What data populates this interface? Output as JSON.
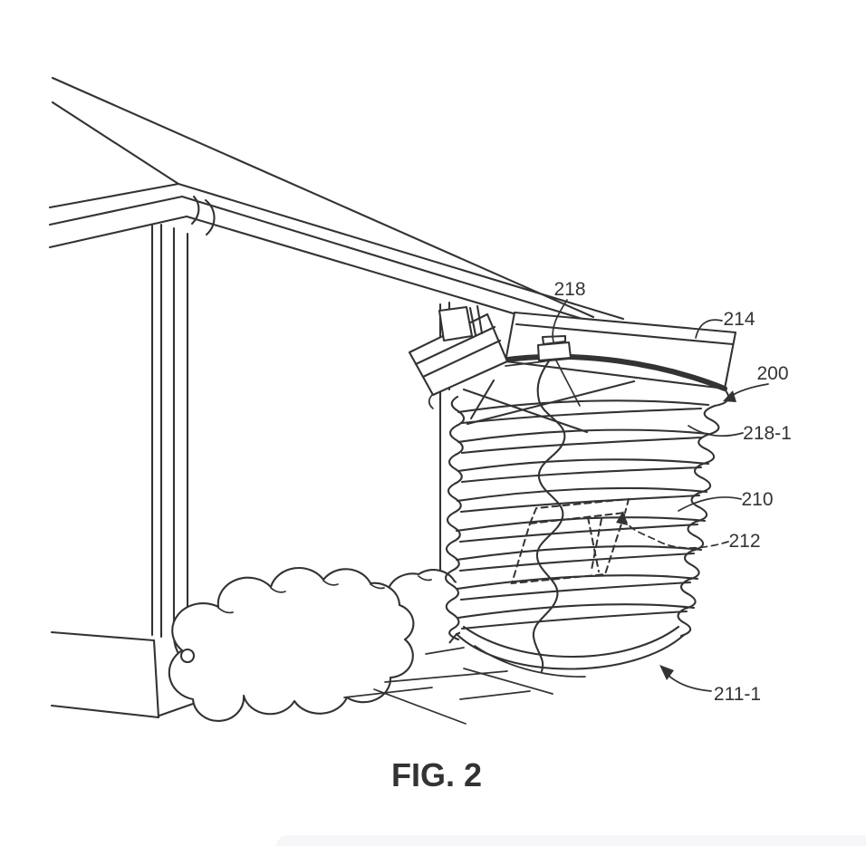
{
  "figure": {
    "caption": "FIG. 2",
    "labels": [
      {
        "text": "218"
      },
      {
        "text": "214"
      },
      {
        "text": "200"
      },
      {
        "text": "218-1"
      },
      {
        "text": "210"
      },
      {
        "text": "212"
      },
      {
        "text": "211-1"
      }
    ]
  },
  "colors": {
    "line": "#333333",
    "background": "#ffffff",
    "bottom_band": "#f6f6f8"
  }
}
